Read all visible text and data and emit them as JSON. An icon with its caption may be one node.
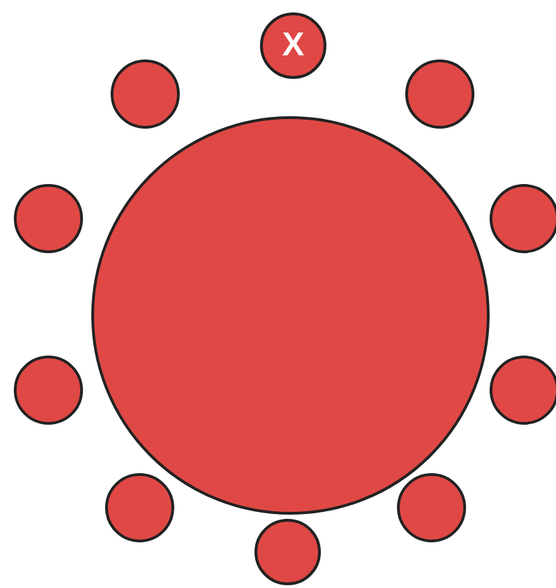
{
  "diagram": {
    "nodes": [
      {
        "text": [
          "X"
        ]
      },
      {
        "text": [],
        "shape": "circle"
      },
      {
        "text": [],
        "shape": "circle"
      },
      {
        "text": [],
        "shape": "circle"
      },
      {
        "text": [],
        "shape": "circle"
      },
      {
        "text": [],
        "shape": "circle"
      },
      {
        "text": [],
        "shape": "circle"
      },
      {
        "text": [],
        "shape": "circle"
      },
      {
        "text": [],
        "shape": "circle"
      },
      {
        "text": [],
        "shape": "circle"
      },
      {
        "text": [],
        "shape": "circle"
      }
    ]
  }
}
